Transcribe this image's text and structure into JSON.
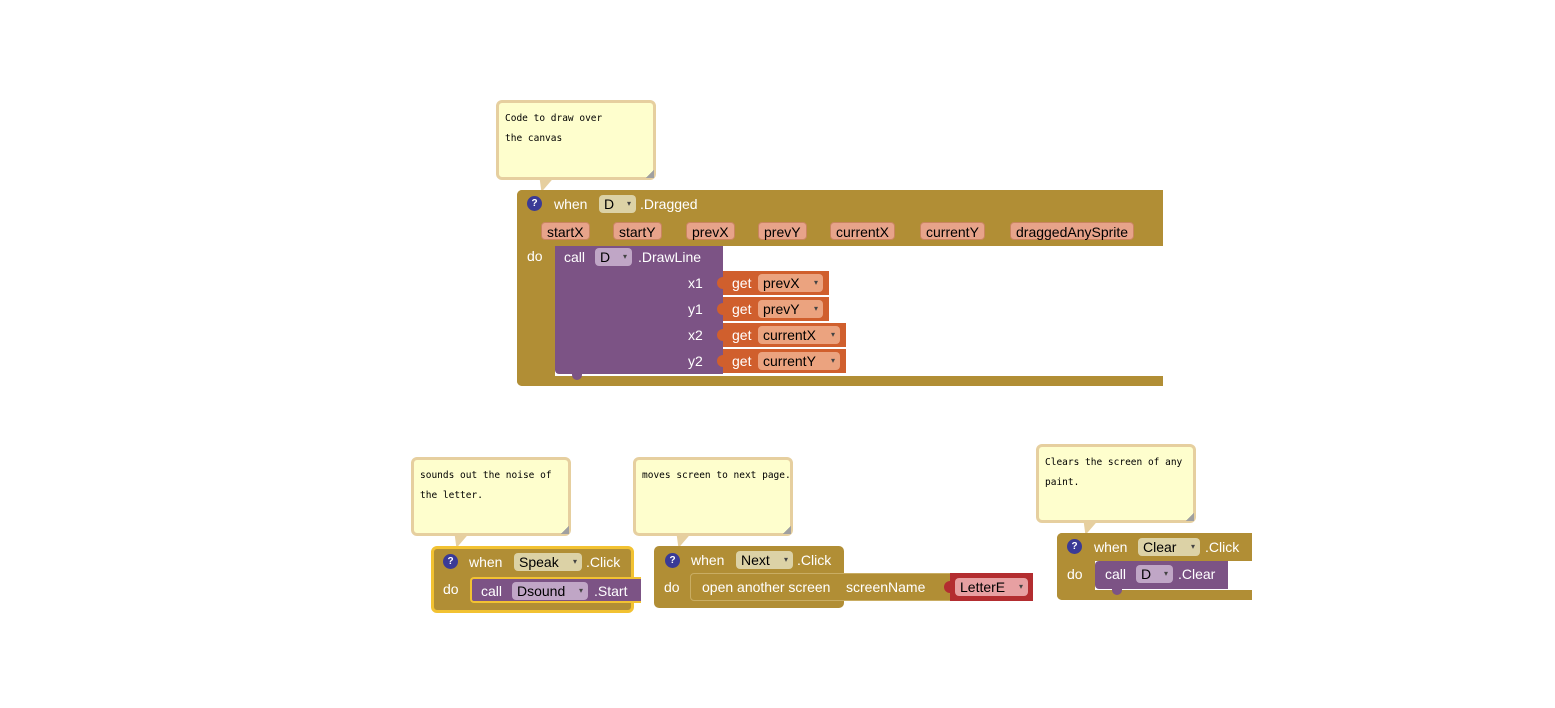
{
  "comments": {
    "dragged": "Code to draw over the canvas",
    "speak": "sounds out the noise of the letter.",
    "next": "moves screen to next page.",
    "clear": "Clears the screen of any paint."
  },
  "help_glyph": "?",
  "arrow_glyph": "▾",
  "dragged_event": {
    "when": "when",
    "component": "D",
    "event": ".Dragged",
    "params": [
      "startX",
      "startY",
      "prevX",
      "prevY",
      "currentX",
      "currentY",
      "draggedAnySprite"
    ],
    "do": "do",
    "call": "call",
    "call_component": "D",
    "method": ".DrawLine",
    "args": [
      {
        "label": "x1",
        "get": "get",
        "var": "prevX"
      },
      {
        "label": "y1",
        "get": "get",
        "var": "prevY"
      },
      {
        "label": "x2",
        "get": "get",
        "var": "currentX"
      },
      {
        "label": "y2",
        "get": "get",
        "var": "currentY"
      }
    ]
  },
  "speak_event": {
    "when": "when",
    "component": "Speak",
    "event": ".Click",
    "do": "do",
    "call": "call",
    "call_component": "Dsound",
    "method": ".Start"
  },
  "next_event": {
    "when": "when",
    "component": "Next",
    "event": ".Click",
    "do": "do",
    "action": "open another screen",
    "param": "screenName",
    "value": "LetterE"
  },
  "clear_event": {
    "when": "when",
    "component": "Clear",
    "event": ".Click",
    "do": "do",
    "call": "call",
    "call_component": "D",
    "method": ".Clear"
  },
  "colors": {
    "event": "#b18e35",
    "procedure": "#7c5385",
    "getter": "#d05f2d",
    "control": "#b32d30",
    "comment_bg": "#fefecd",
    "selected": "#f2c232"
  }
}
